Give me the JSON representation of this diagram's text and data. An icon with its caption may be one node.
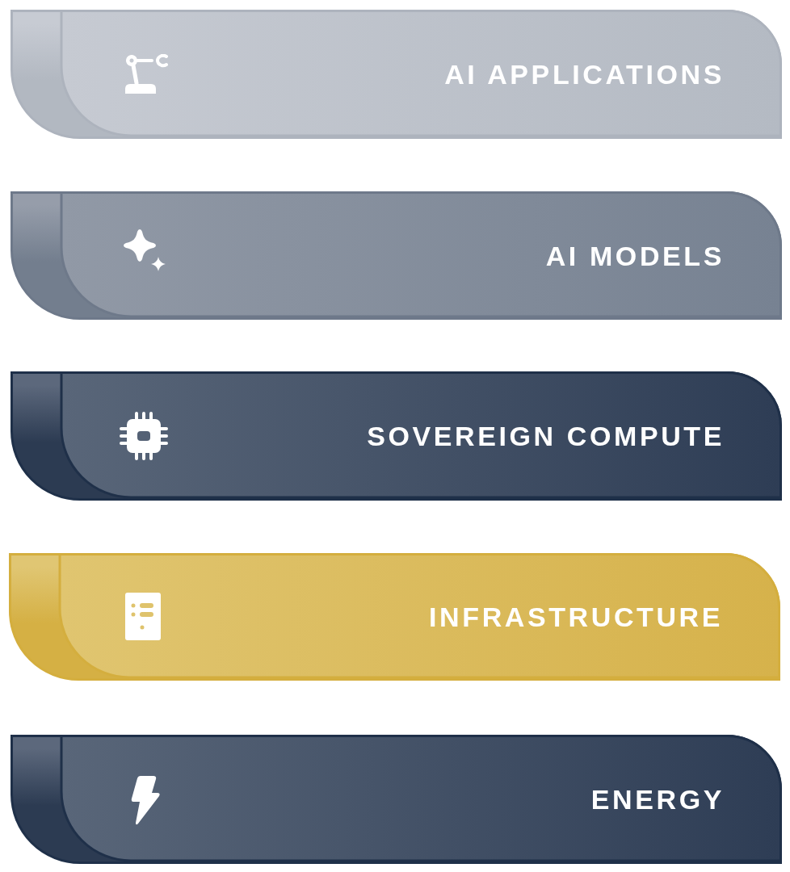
{
  "diagram": {
    "nodes": [
      {
        "text": [
          "AI APPLICATIONS"
        ]
      },
      {
        "text": [
          "AI MODELS"
        ]
      },
      {
        "text": [
          "SOVEREIGN COMPUTE"
        ]
      },
      {
        "text": [
          "INFRASTRUCTURE"
        ]
      },
      {
        "text": [
          "ENERGY"
        ]
      }
    ]
  }
}
